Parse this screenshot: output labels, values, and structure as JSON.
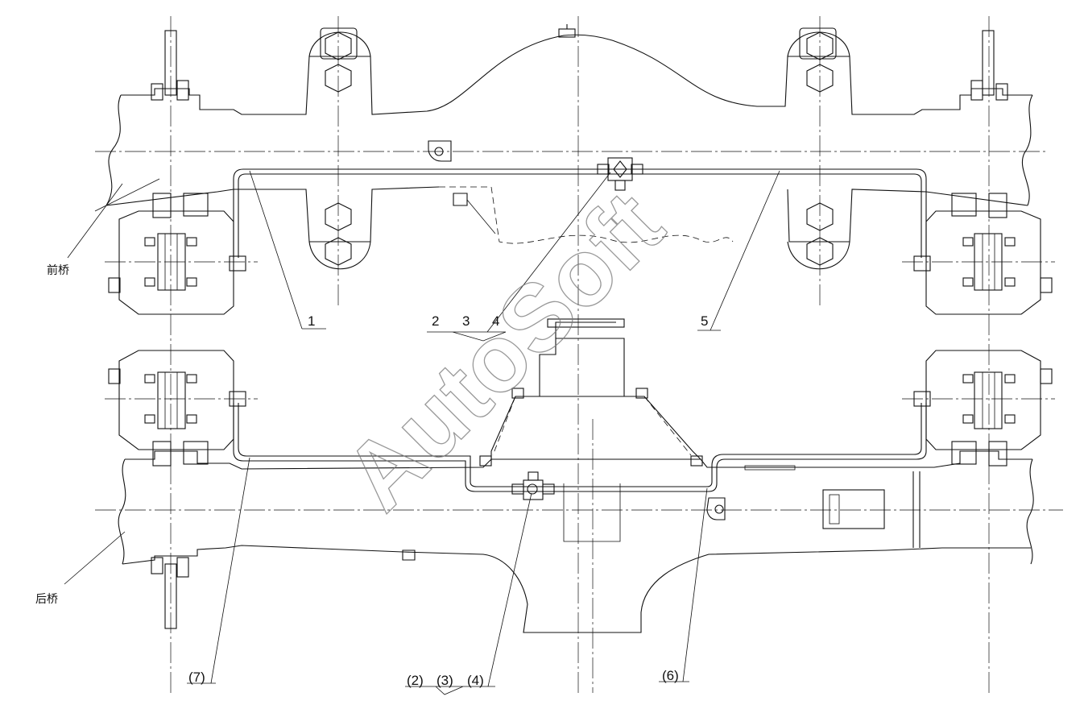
{
  "watermark": "AutoSoft",
  "labels": {
    "front_axle": "前桥",
    "rear_axle": "后桥",
    "callout_1": "1",
    "callout_2": "2",
    "callout_3": "3",
    "callout_4": "4",
    "callout_5": "5",
    "callout_6": "(6)",
    "callout_7": "(7)",
    "callout_2p": "(2)",
    "callout_3p": "(3)",
    "callout_4p": "(4)"
  }
}
